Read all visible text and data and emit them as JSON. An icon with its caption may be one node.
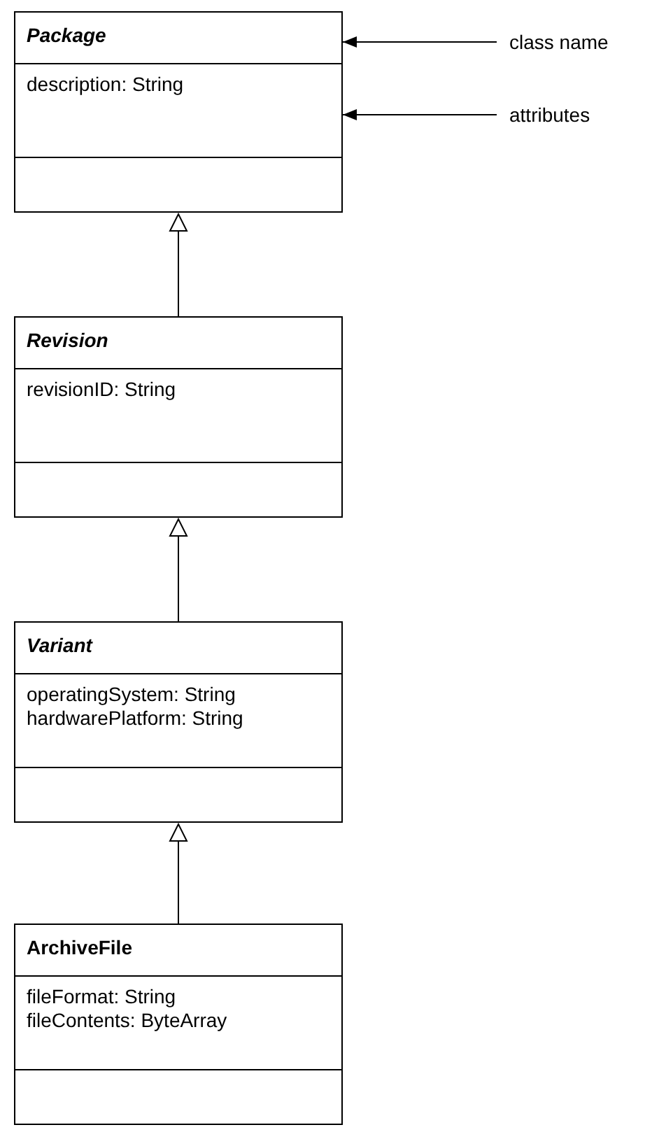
{
  "diagram": {
    "nodes": [
      {
        "text": [
          "Package",
          "description: String"
        ]
      },
      {
        "text": [
          "Revision",
          "revisionID: String"
        ]
      },
      {
        "text": [
          "Variant",
          "operatingSystem: String",
          "hardwarePlatform: String"
        ]
      },
      {
        "text": [
          "ArchiveFile",
          "fileFormat: String",
          "fileContents: ByteArray"
        ]
      },
      {
        "text": [
          "class name"
        ]
      },
      {
        "text": [
          "attributes"
        ]
      }
    ],
    "edges": [
      {
        "from": 1,
        "to": 0,
        "arrow": "to"
      },
      {
        "from": 2,
        "to": 1,
        "arrow": "to"
      },
      {
        "from": 3,
        "to": 2,
        "arrow": "to"
      },
      {
        "from": 4,
        "to": 0,
        "arrow": "to"
      },
      {
        "from": 5,
        "to": 0,
        "arrow": "to"
      }
    ]
  }
}
